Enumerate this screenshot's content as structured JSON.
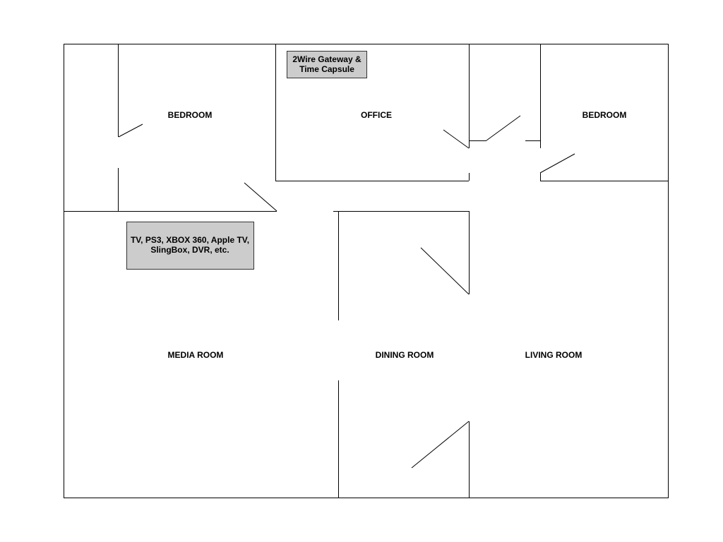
{
  "rooms": {
    "bedroom_left": "BEDROOM",
    "office": "OFFICE",
    "bedroom_right": "BEDROOM",
    "media_room": "MEDIA ROOM",
    "dining_room": "DINING ROOM",
    "living_room": "LIVING ROOM"
  },
  "devices": {
    "network": {
      "line1": "2Wire Gateway &",
      "line2": "Time Capsule"
    },
    "media": {
      "line1": "TV, PS3, XBOX 360, Apple TV,",
      "line2": "SlingBox, DVR, etc."
    }
  },
  "colors": {
    "wall": "#000000",
    "device_fill": "#cccccc",
    "device_border": "#333333",
    "background": "#ffffff"
  }
}
